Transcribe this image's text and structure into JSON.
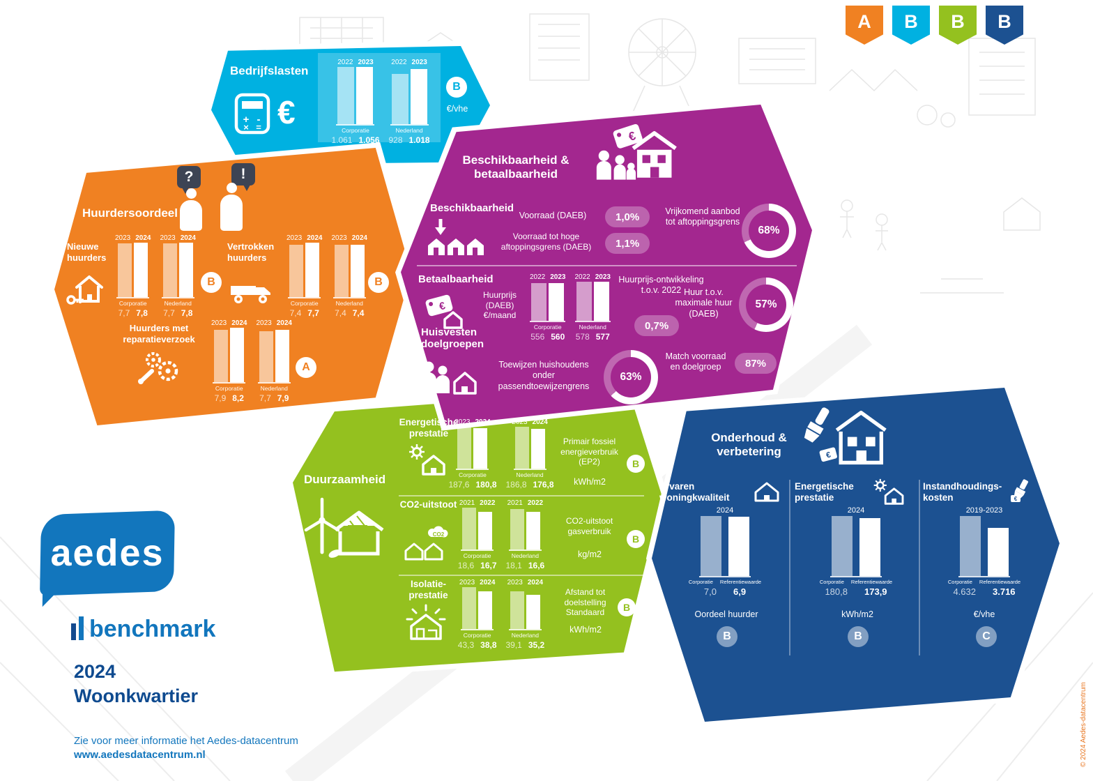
{
  "page": {
    "logo": "aedes",
    "benchmark": "benchmark",
    "title_year": "2024",
    "title_name": "Woonkwartier",
    "info_line": "Zie voor meer informatie het Aedes-datacentrum",
    "info_url": "www.aedesdatacentrum.nl",
    "copyright": "© 2024 Aedes-datacentrum"
  },
  "palette": {
    "cyan": "#00b1e1",
    "orange": "#f08122",
    "purple": "#a3278f",
    "green": "#94c11f",
    "blue": "#1c5191",
    "logo_blue": "#1276bd",
    "copyright_orange": "#e87722"
  },
  "score_badges": [
    {
      "letter": "A",
      "color": "#f08122"
    },
    {
      "letter": "B",
      "color": "#00b1e1"
    },
    {
      "letter": "B",
      "color": "#94c11f"
    },
    {
      "letter": "B",
      "color": "#1c5191"
    }
  ],
  "bedrijfslasten": {
    "title": "Bedrijfslasten",
    "euro": "€",
    "badge": "B",
    "unit": "€/vhe"
  },
  "huurdersoordeel": {
    "title": "Huurdersoordeel",
    "bubble_question": "?",
    "bubble_exclamation": "!",
    "charts": [
      {
        "label": "Nieuwe huurders",
        "badge": "B"
      },
      {
        "label": "Vertrokken huurders",
        "badge": "B"
      },
      {
        "label": "Huurders met reparatieverzoek",
        "badge": "A"
      }
    ]
  },
  "beschikbaarheid": {
    "title_line1": "Beschikbaarheid &",
    "title_line2": "betaalbaarheid",
    "sub1": {
      "heading": "Beschikbaarheid",
      "item1_label": "Voorraad (DAEB)",
      "item1_value": "1,0%",
      "item2_label": "Voorraad tot hoge aftoppingsgrens (DAEB)",
      "item2_value": "1,1%",
      "donut_label": "Vrijkomend aanbod tot aftoppingsgrens"
    },
    "sub2": {
      "heading": "Betaalbaarheid",
      "chart_label": "Huurprijs (DAEB) €/maand",
      "item1_label": "Huurprijs-ontwikkeling t.o.v. 2022",
      "item1_value": "0,7%",
      "donut_label": "Huur t.o.v. maximale huur (DAEB)"
    },
    "sub3": {
      "heading": "Huisvesten doelgroepen",
      "donut_label": "Toewijzen huishoudens onder passendtoewijzengrens",
      "item1_label": "Match voorraad en doelgroep",
      "item1_value": "87%"
    }
  },
  "duurzaamheid": {
    "title": "Duurzaamheid",
    "rows": [
      {
        "label": "Energetische prestatie",
        "desc": "Primair fossiel energieverbruik (EP2)",
        "badge": "B",
        "unit": "kWh/m2"
      },
      {
        "label": "CO2-uitstoot",
        "desc": "CO2-uitstoot gasverbruik",
        "badge": "B",
        "unit": "kg/m2"
      },
      {
        "label": "Isolatie-prestatie",
        "desc": "Afstand tot doelstelling Standaard",
        "badge": "B",
        "unit": "kWh/m2"
      }
    ]
  },
  "onderhoud": {
    "title_line1": "Onderhoud &",
    "title_line2": "verbetering",
    "cols": [
      {
        "label": "Ervaren woningkwaliteit",
        "footer": "Oordeel huurder",
        "badge": "B"
      },
      {
        "label": "Energetische prestatie",
        "footer": "kWh/m2",
        "badge": "B"
      },
      {
        "label": "Instandhoudings-kosten",
        "footer": "€/vhe",
        "badge": "C"
      }
    ]
  },
  "chart_data": [
    {
      "id": "bedrijfslasten",
      "type": "grouped_bar",
      "title": "Bedrijfslasten",
      "unit": "€/vhe",
      "years": [
        "2022",
        "2023"
      ],
      "groups": [
        {
          "label": "Corporatie",
          "values": [
            1061,
            1056
          ],
          "display": [
            "1.061",
            "1.056"
          ]
        },
        {
          "label": "Nederland",
          "values": [
            928,
            1018
          ],
          "display": [
            "928",
            "1.018"
          ]
        }
      ]
    },
    {
      "id": "nieuwe-huurders",
      "type": "grouped_bar",
      "title": "Nieuwe huurders",
      "years": [
        "2023",
        "2024"
      ],
      "groups": [
        {
          "label": "Corporatie",
          "values": [
            7.7,
            7.8
          ],
          "display": [
            "7,7",
            "7,8"
          ]
        },
        {
          "label": "Nederland",
          "values": [
            7.7,
            7.8
          ],
          "display": [
            "7,7",
            "7,8"
          ]
        }
      ]
    },
    {
      "id": "vertrokken-huurders",
      "type": "grouped_bar",
      "title": "Vertrokken huurders",
      "years": [
        "2023",
        "2024"
      ],
      "groups": [
        {
          "label": "Corporatie",
          "values": [
            7.4,
            7.7
          ],
          "display": [
            "7,4",
            "7,7"
          ]
        },
        {
          "label": "Nederland",
          "values": [
            7.4,
            7.4
          ],
          "display": [
            "7,4",
            "7,4"
          ]
        }
      ]
    },
    {
      "id": "huurders-reparatieverzoek",
      "type": "grouped_bar",
      "title": "Huurders met reparatieverzoek",
      "years": [
        "2023",
        "2024"
      ],
      "groups": [
        {
          "label": "Corporatie",
          "values": [
            7.9,
            8.2
          ],
          "display": [
            "7,9",
            "8,2"
          ]
        },
        {
          "label": "Nederland",
          "values": [
            7.7,
            7.9
          ],
          "display": [
            "7,7",
            "7,9"
          ]
        }
      ]
    },
    {
      "id": "huurprijs-daeb",
      "type": "grouped_bar",
      "title": "Huurprijs (DAEB) €/maand",
      "years": [
        "2022",
        "2023"
      ],
      "groups": [
        {
          "label": "Corporatie",
          "values": [
            556,
            560
          ],
          "display": [
            "556",
            "560"
          ]
        },
        {
          "label": "Nederland",
          "values": [
            578,
            577
          ],
          "display": [
            "578",
            "577"
          ]
        }
      ]
    },
    {
      "id": "vrijkomend-aanbod",
      "type": "donut",
      "label": "Vrijkomend aanbod tot aftoppingsgrens",
      "value": 68,
      "display": "68%"
    },
    {
      "id": "huur-tov-maximale-huur",
      "type": "donut",
      "label": "Huur t.o.v. maximale huur (DAEB)",
      "value": 57,
      "display": "57%"
    },
    {
      "id": "toewijzen-passend",
      "type": "donut",
      "label": "Toewijzen huishoudens onder passendtoewijzengrens",
      "value": 63,
      "display": "63%"
    },
    {
      "id": "energetische-prestatie",
      "type": "grouped_bar",
      "title": "Primair fossiel energieverbruik (EP2) kWh/m2",
      "years": [
        "2023",
        "2024"
      ],
      "groups": [
        {
          "label": "Corporatie",
          "values": [
            187.6,
            180.8
          ],
          "display": [
            "187,6",
            "180,8"
          ]
        },
        {
          "label": "Nederland",
          "values": [
            186.8,
            176.8
          ],
          "display": [
            "186,8",
            "176,8"
          ]
        }
      ]
    },
    {
      "id": "co2-uitstoot",
      "type": "grouped_bar",
      "title": "CO2-uitstoot gasverbruik kg/m2",
      "years": [
        "2021",
        "2022"
      ],
      "groups": [
        {
          "label": "Corporatie",
          "values": [
            18.6,
            16.7
          ],
          "display": [
            "18,6",
            "16,7"
          ]
        },
        {
          "label": "Nederland",
          "values": [
            18.1,
            16.6
          ],
          "display": [
            "18,1",
            "16,6"
          ]
        }
      ]
    },
    {
      "id": "isolatieprestatie",
      "type": "grouped_bar",
      "title": "Afstand tot doelstelling Standaard kWh/m2",
      "years": [
        "2023",
        "2024"
      ],
      "groups": [
        {
          "label": "Corporatie",
          "values": [
            43.3,
            38.8
          ],
          "display": [
            "43,3",
            "38,8"
          ]
        },
        {
          "label": "Nederland",
          "values": [
            39.1,
            35.2
          ],
          "display": [
            "39,1",
            "35,2"
          ]
        }
      ]
    },
    {
      "id": "ervaren-woningkwaliteit",
      "type": "grouped_bar",
      "title": "Ervaren woningkwaliteit (Oordeel huurder)",
      "years": [
        "2024"
      ],
      "groups": [
        {
          "label": "Corporatie",
          "values": [
            7.0
          ],
          "display": [
            "7,0"
          ]
        },
        {
          "label": "Referentiewaarde",
          "values": [
            6.9
          ],
          "display": [
            "6,9"
          ]
        }
      ]
    },
    {
      "id": "energetische-prestatie-onderhoud",
      "type": "grouped_bar",
      "title": "Energetische prestatie kWh/m2",
      "years": [
        "2024"
      ],
      "groups": [
        {
          "label": "Corporatie",
          "values": [
            180.8
          ],
          "display": [
            "180,8"
          ]
        },
        {
          "label": "Referentiewaarde",
          "values": [
            173.9
          ],
          "display": [
            "173,9"
          ]
        }
      ]
    },
    {
      "id": "instandhoudingskosten",
      "type": "grouped_bar",
      "title": "Instandhoudingskosten €/vhe",
      "years": [
        "2019-2023"
      ],
      "groups": [
        {
          "label": "Corporatie",
          "values": [
            4632
          ],
          "display": [
            "4.632"
          ]
        },
        {
          "label": "Referentiewaarde",
          "values": [
            3716
          ],
          "display": [
            "3.716"
          ]
        }
      ]
    }
  ]
}
